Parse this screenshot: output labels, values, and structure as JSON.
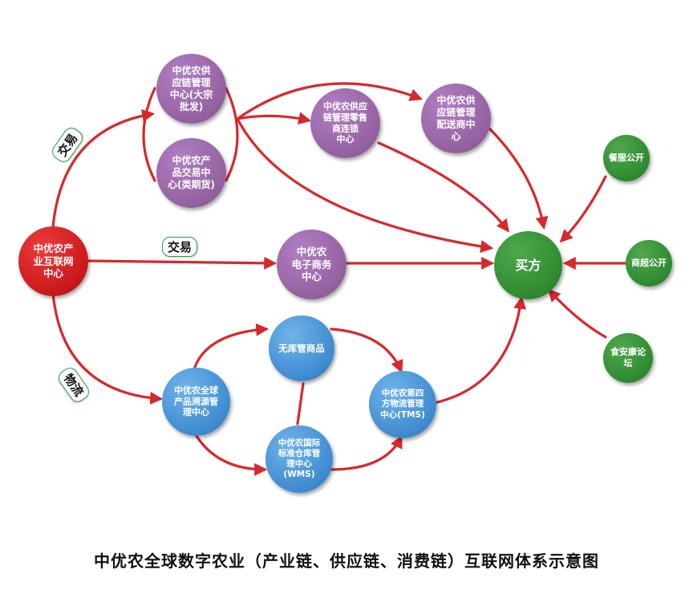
{
  "nodes": {
    "internet_center": "中优农产\n业互联网\n中心",
    "supply_chain_bulk": "中优农供\n应链管理\n中心(大宗\n批发)",
    "product_exchange": "中优农产\n品交易中\n心(类期货)",
    "retail_chain": "中优农供应\n链管理零售\n商连锁\n中心",
    "distribution": "中优农供\n应链管理\n配送商中\n心",
    "ecommerce": "中优农\n电子商务\n中心",
    "buyer": "买方",
    "catering": "餐服公开",
    "supermarket": "商超公开",
    "food_safety": "食安康论\n坛",
    "no_stock": "无库管商品",
    "traceability": "中优农全球\n产品溯源管\n理中心",
    "wms": "中优农国际\n标准仓库管\n理中心\n(WMS)",
    "tms": "中优农第四\n方物流管理\n中心(TMS)"
  },
  "labels": {
    "trade_upper": "交易",
    "trade_middle": "交易",
    "logistics": "物流"
  },
  "caption": "中优农全球数字农业（产业链、供应链、消费链）互联网体系示意图",
  "colors": {
    "arrow": "#d7282c",
    "red": "#c9181b",
    "purple": "#94619f",
    "green": "#2f8a2f",
    "blue": "#3f8bd0",
    "tag_border": "#2f9a4f"
  }
}
